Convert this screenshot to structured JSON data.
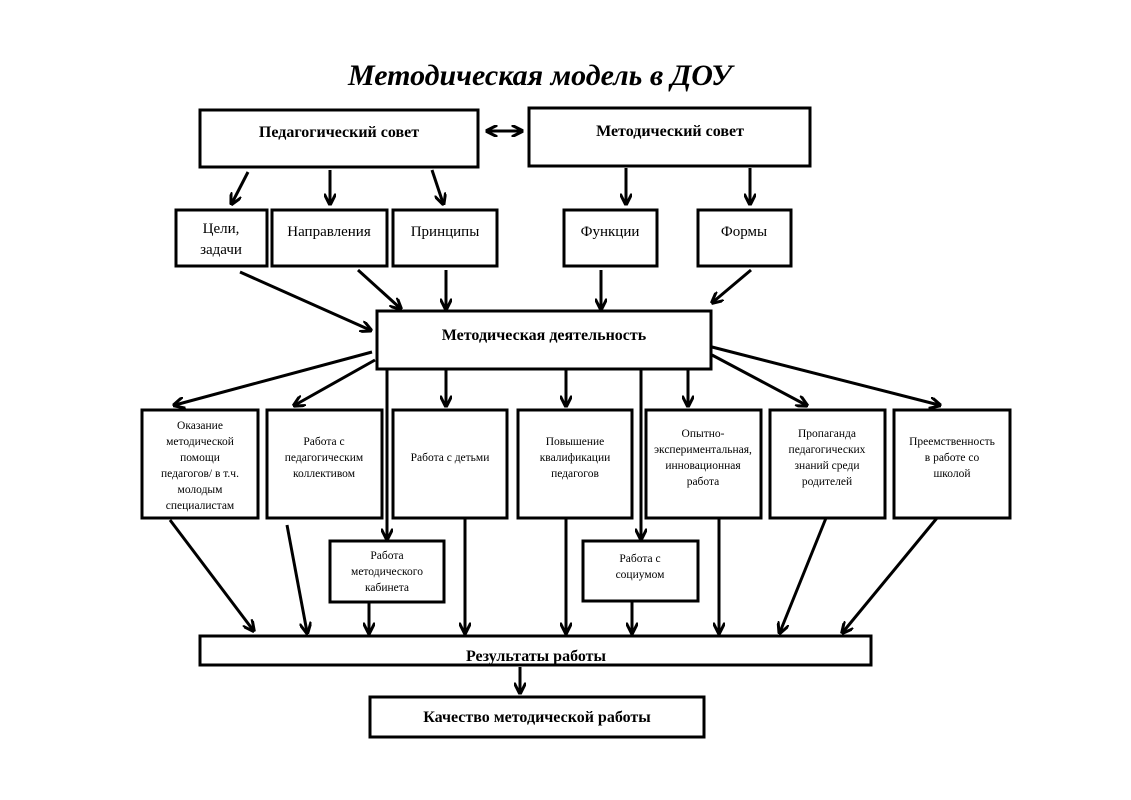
{
  "title": "Методическая модель в ДОУ",
  "top": {
    "ped_sovet": "Педагогический совет",
    "metod_sovet": "Методический совет"
  },
  "row2": {
    "celi": [
      "Цели,",
      "задачи"
    ],
    "napravleniya": "Направления",
    "principy": "Принципы",
    "funkcii": "Функции",
    "formy": "Формы"
  },
  "center": "Методическая деятельность",
  "row3": {
    "okazanie": [
      "Оказание",
      "методической",
      "помощи",
      "педагогов/ в т.ч.",
      "молодым",
      "специалистам"
    ],
    "kollektiv": [
      "Работа с",
      "педагогическим",
      "коллективом"
    ],
    "deti": [
      "Работа с детьми"
    ],
    "kvalifikaciya": [
      "Повышение",
      "квалификации",
      "педагогов"
    ],
    "opytno": [
      "Опытно-",
      "экспериментальная,",
      "инновационная",
      "работа"
    ],
    "propaganda": [
      "Пропаганда",
      "педагогических",
      "знаний среди",
      "родителей"
    ],
    "preemstvennost": [
      "Преемственность",
      "в работе со",
      "школой"
    ]
  },
  "sub": {
    "kabinet": [
      "Работа",
      "методического",
      "кабинета"
    ],
    "socium": [
      "Работа с",
      "социумом"
    ]
  },
  "results": "Результаты работы",
  "quality": "Качество методической работы"
}
